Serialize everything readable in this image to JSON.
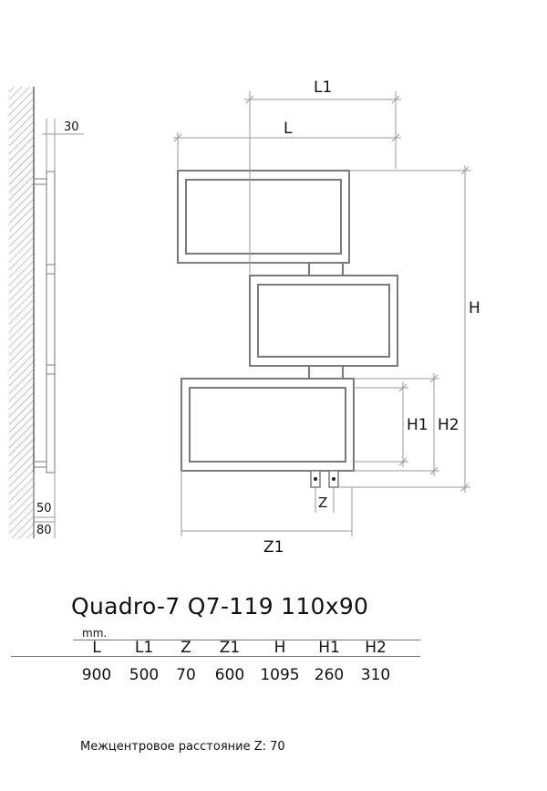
{
  "labels": {
    "L1": "L1",
    "L": "L",
    "H": "H",
    "H1": "H1",
    "H2": "H2",
    "Z": "Z",
    "Z1": "Z1",
    "wall_30": "30",
    "wall_50": "50",
    "wall_80": "80"
  },
  "product": {
    "title": "Quadro-7  Q7-119  110x90",
    "units": "mm."
  },
  "table": {
    "headers": [
      "L",
      "L1",
      "Z",
      "Z1",
      "H",
      "H1",
      "H2"
    ],
    "values": [
      "900",
      "500",
      "70",
      "600",
      "1095",
      "260",
      "310"
    ]
  },
  "note": "Межцентровое расстояние Z: 70",
  "colors": {
    "frame": "#7a7a7a",
    "dim_line": "#9a9a9a",
    "text": "#111111"
  }
}
